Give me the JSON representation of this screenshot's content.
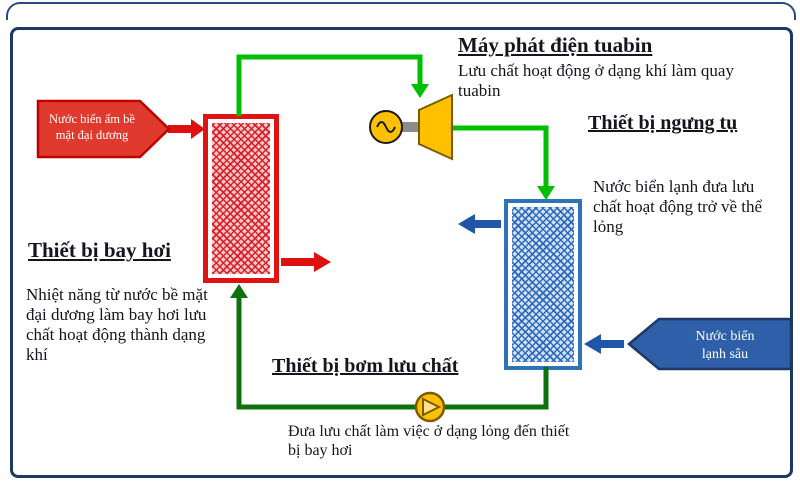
{
  "diagram": {
    "headings": {
      "turbine": "Máy phát điện tuabin",
      "condenser": "Thiết bị ngưng tụ",
      "evaporator": "Thiết bị bay hơi",
      "pump": "Thiết bị bơm lưu chất"
    },
    "descriptions": {
      "turbine": "Lưu chất hoạt động ở dạng khí làm quay tuabin",
      "condenser": "Nước biển lạnh đưa lưu chất hoạt động trở về thể lỏng",
      "evaporator": "Nhiệt năng từ nước bề mặt đại dương làm bay hơi lưu chất hoạt động thành dạng khí",
      "pump": "Đưa lưu chất làm việc ở dạng lỏng đến thiết bị bay hơi"
    },
    "callouts": {
      "warm_seawater": "Nước biển ấm bề mặt đại dương",
      "cold_seawater": "Nước biển lạnh sâu"
    },
    "colors": {
      "frame": "#1f3864",
      "evaporator_red": "#e01313",
      "condenser_blue": "#2e74b5",
      "vapor_pipe_green": "#00bf00",
      "liquid_pipe_dark_green": "#0d720d",
      "warm_arrow_red": "#df1010",
      "cold_arrow_blue": "#2056a8",
      "machine_yellow": "#ffc000"
    }
  }
}
